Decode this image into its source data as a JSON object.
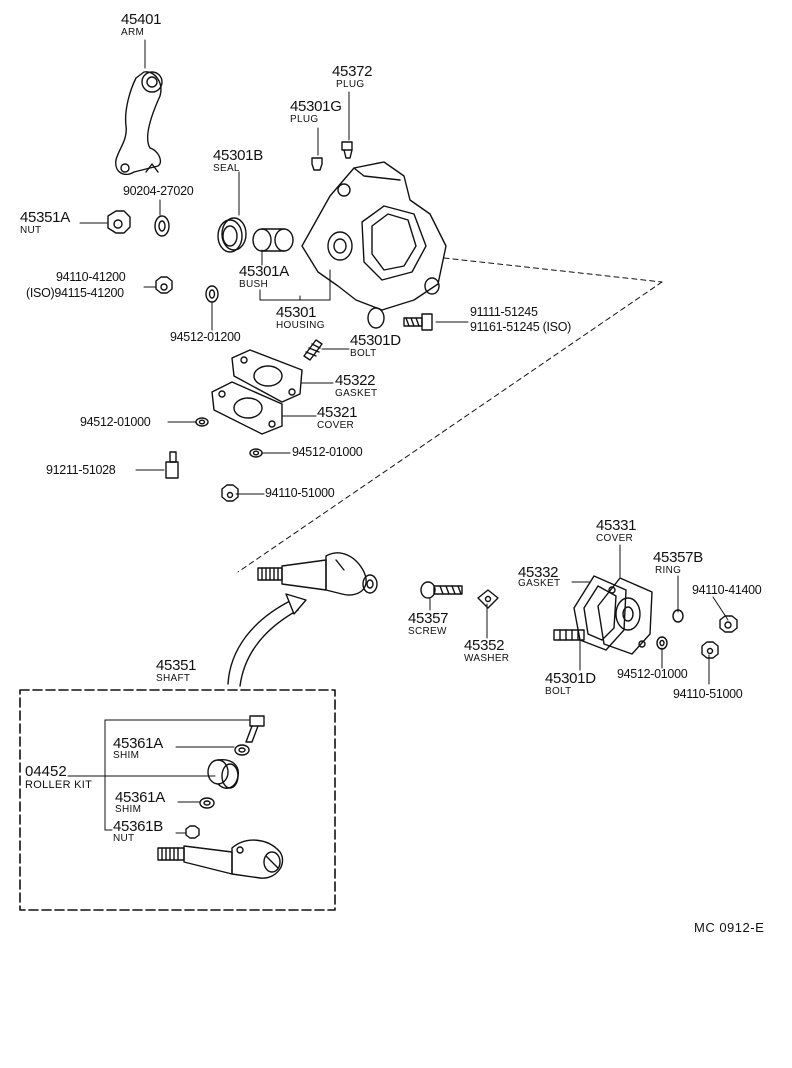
{
  "parts": {
    "arm": {
      "number": "45401",
      "name": "ARM"
    },
    "plug_a": {
      "number": "45372",
      "name": "PLUG"
    },
    "plug_b": {
      "number": "45301G",
      "name": "PLUG"
    },
    "seal": {
      "number": "45301B",
      "name": "SEAL"
    },
    "washer_a": {
      "number": "90204-27020"
    },
    "nut_a": {
      "number": "45351A",
      "name": "NUT"
    },
    "bush": {
      "number": "45301A",
      "name": "BUSH"
    },
    "nut_b": {
      "number": "94110-41200",
      "alt": "(ISO)94115-41200"
    },
    "housing": {
      "number": "45301",
      "name": "HOUSING"
    },
    "washer_b": {
      "number": "94512-01200"
    },
    "bolt_a": {
      "number": "91111-51245",
      "alt": "91161-51245 (ISO)"
    },
    "bolt_b": {
      "number": "45301D",
      "name": "BOLT"
    },
    "gasket_a": {
      "number": "45322",
      "name": "GASKET"
    },
    "cover_a": {
      "number": "45321",
      "name": "COVER"
    },
    "washer_c": {
      "number": "94512-01000"
    },
    "washer_d": {
      "number": "94512-01000"
    },
    "bolt_c": {
      "number": "91211-51028"
    },
    "nut_c": {
      "number": "94110-51000"
    },
    "cover_b": {
      "number": "45331",
      "name": "COVER"
    },
    "gasket_b": {
      "number": "45332",
      "name": "GASKET"
    },
    "ring": {
      "number": "45357B",
      "name": "RING"
    },
    "nut_d": {
      "number": "94110-41400"
    },
    "screw": {
      "number": "45357",
      "name": "SCREW"
    },
    "washer_e": {
      "number": "45352",
      "name": "WASHER"
    },
    "bolt_d": {
      "number": "45301D",
      "name": "BOLT"
    },
    "washer_f": {
      "number": "94512-01000"
    },
    "nut_e": {
      "number": "94110-51000"
    },
    "shaft": {
      "number": "45351",
      "name": "SHAFT"
    },
    "roller_kit": {
      "number": "04452",
      "name": "ROLLER KIT"
    },
    "shim_a": {
      "number": "45361A",
      "name": "SHIM"
    },
    "shim_b": {
      "number": "45361A",
      "name": "SHIM"
    },
    "nut_f": {
      "number": "45361B",
      "name": "NUT"
    }
  },
  "reference_code": "MC  0912-E",
  "colors": {
    "ink": "#111111",
    "paper": "#ffffff"
  }
}
